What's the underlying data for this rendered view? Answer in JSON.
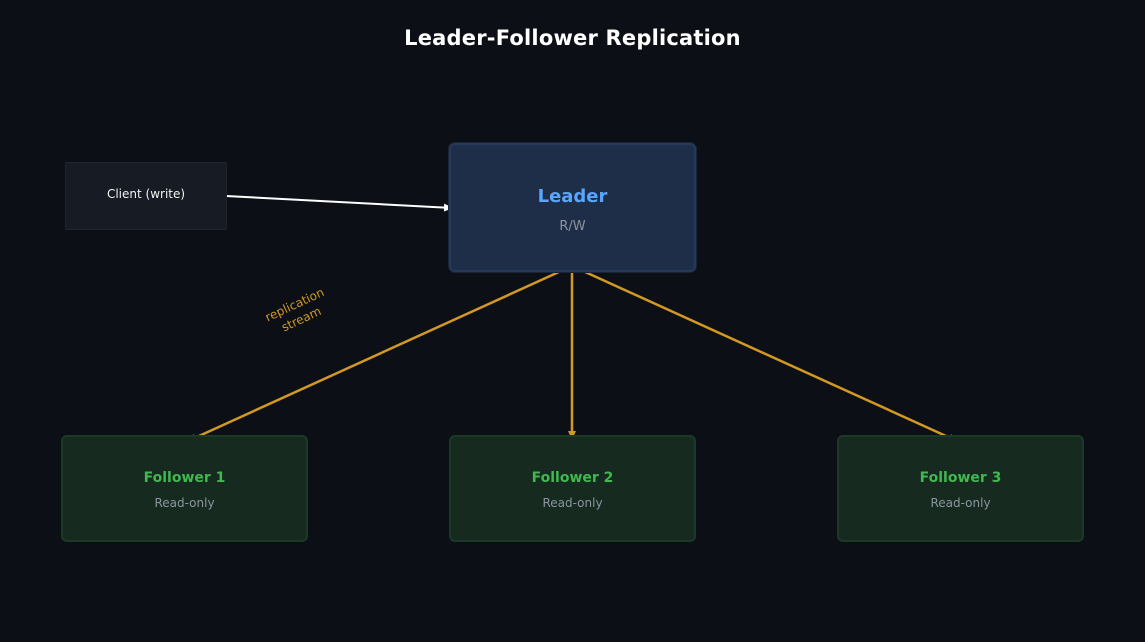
{
  "title": "Leader-Follower Replication",
  "client": {
    "label": "Client (write)"
  },
  "leader": {
    "name": "Leader",
    "sub": "R/W"
  },
  "followers": [
    {
      "name": "Follower 1",
      "sub": "Read-only"
    },
    {
      "name": "Follower 2",
      "sub": "Read-only"
    },
    {
      "name": "Follower 3",
      "sub": "Read-only"
    }
  ],
  "edge_label": {
    "line1": "replication",
    "line2": "stream"
  },
  "colors": {
    "background": "#0c0f16",
    "leader_text": "#58a6ff",
    "follower_text": "#3fb950",
    "replication": "#d29922",
    "client_arrow": "#ffffff"
  }
}
